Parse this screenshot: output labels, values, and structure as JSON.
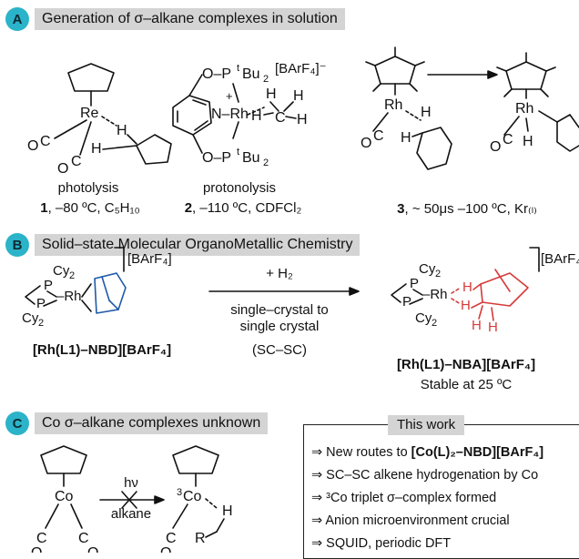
{
  "sections": {
    "a": {
      "letter": "A",
      "title": "Generation of σ–alkane complexes in solution"
    },
    "b": {
      "letter": "B",
      "title": "Solid–state Molecular OrganoMetallic Chemistry"
    },
    "c": {
      "letter": "C",
      "title": "Co σ–alkane complexes unknown"
    }
  },
  "panel_a": {
    "c1": {
      "method": "photolysis",
      "id": "1",
      "conditions": ", –80 ºC, C₅H₁₀"
    },
    "c2": {
      "method": "protonolysis",
      "id": "2",
      "conditions": ", –110 ºC, CDFCl₂",
      "anion": "[BArF₄]⁻"
    },
    "c3": {
      "id": "3",
      "conditions": ", ~ 50μs –100 ºC, Kr₍ₗ₎"
    }
  },
  "panel_b": {
    "reactant_name": "[Rh(L1)–NBD][BArF₄]",
    "product_name": "[Rh(L1)–NBA][BArF₄]",
    "anion": "[BArF₄]",
    "reagent": "+ H₂",
    "cond1": "single–crystal to",
    "cond2": "single crystal",
    "cond3": "(SC–SC)",
    "stability": "Stable at 25 ºC"
  },
  "panel_c": {
    "hv": "hν",
    "alkane": "alkane",
    "this_work": "This work",
    "items": [
      {
        "text": "⇒ New routes to ",
        "bold": "[Co(L)₂–NBD][BArF₄]"
      },
      {
        "text": "⇒ SC–SC alkene hydrogenation by Co",
        "bold": ""
      },
      {
        "text": "⇒ ³Co triplet σ–complex formed",
        "bold": ""
      },
      {
        "text": "⇒ Anion microenvironment crucial",
        "bold": ""
      },
      {
        "text": "⇒ SQUID, periodic DFT",
        "bold": ""
      }
    ]
  }
}
